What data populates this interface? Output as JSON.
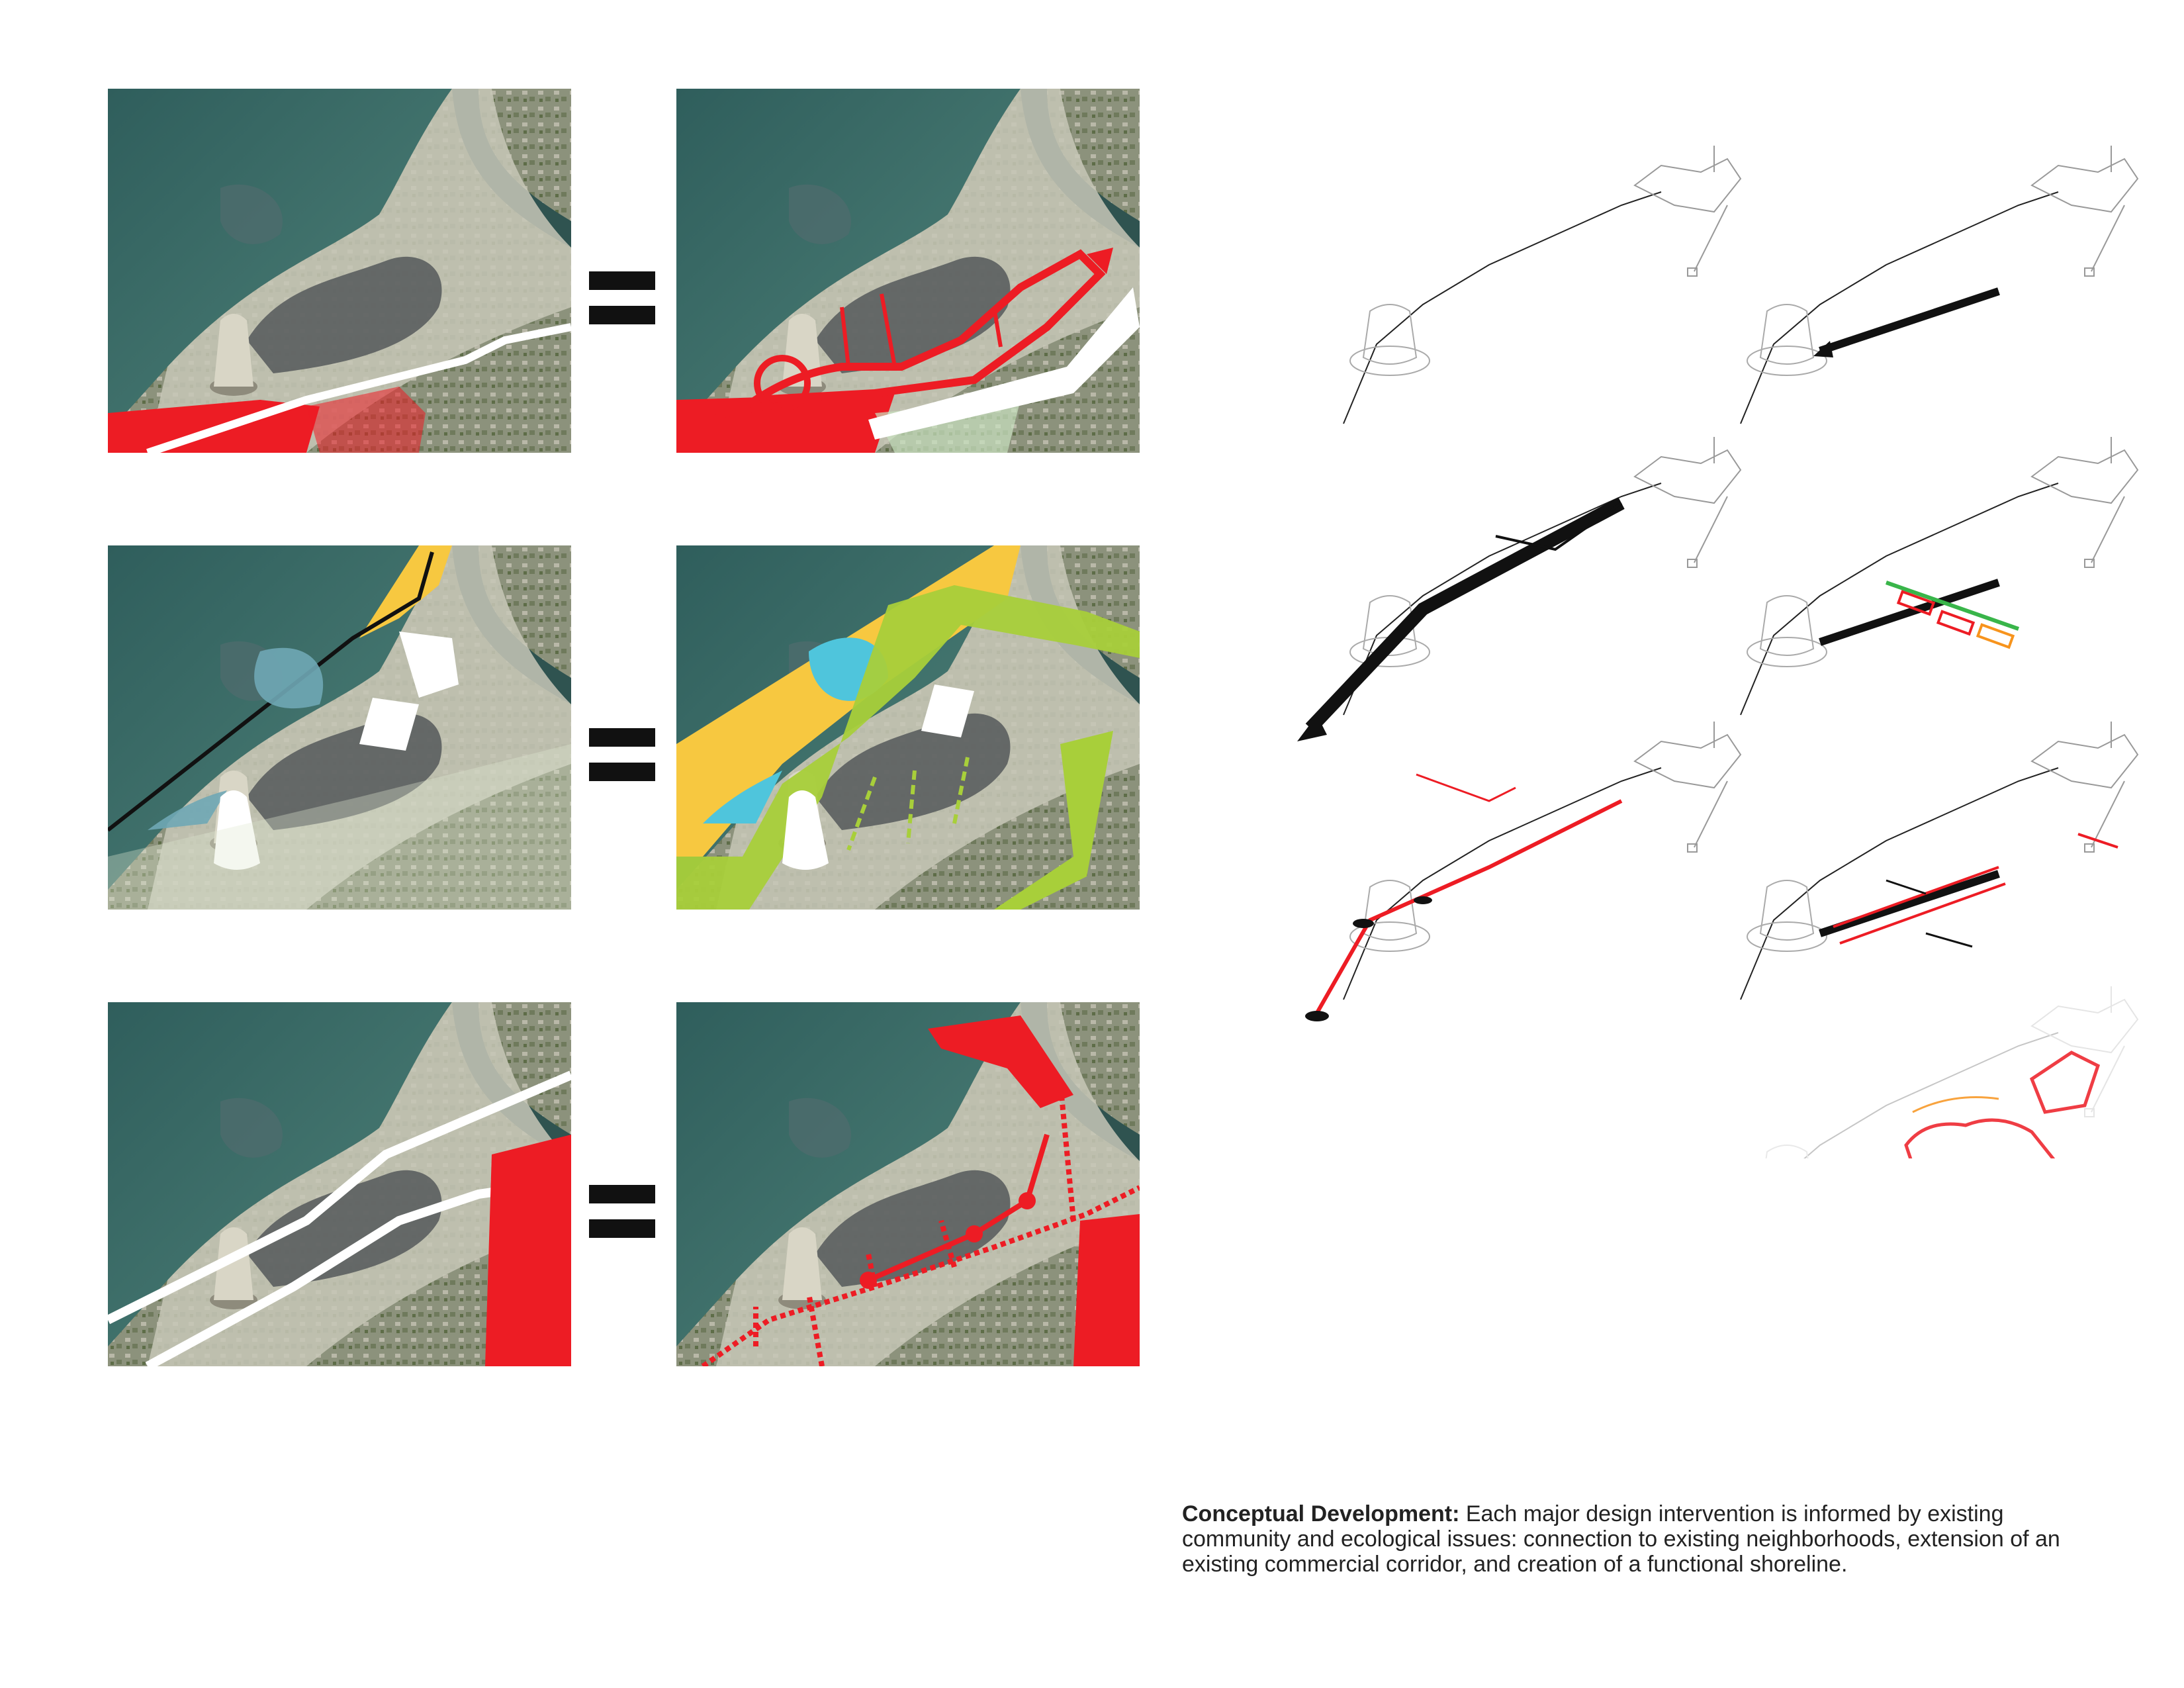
{
  "caption": {
    "title": "Conceptual Development:",
    "body": "Each major design intervention is informed by existing community and ecological issues:  connection to existing neighborhoods, extension of an existing commercial corridor, and creation of a functional shoreline."
  },
  "panels": {
    "rows": 3,
    "columns": 2,
    "operator": "="
  },
  "colors": {
    "water": "#3b6a66",
    "land": "#a8a993",
    "red": "#ed1c24",
    "yellow": "#f7c840",
    "green": "#a8cf3a",
    "cyan": "#4fc5dc",
    "orange": "#f7941d",
    "arrow_green": "#39b54a"
  }
}
